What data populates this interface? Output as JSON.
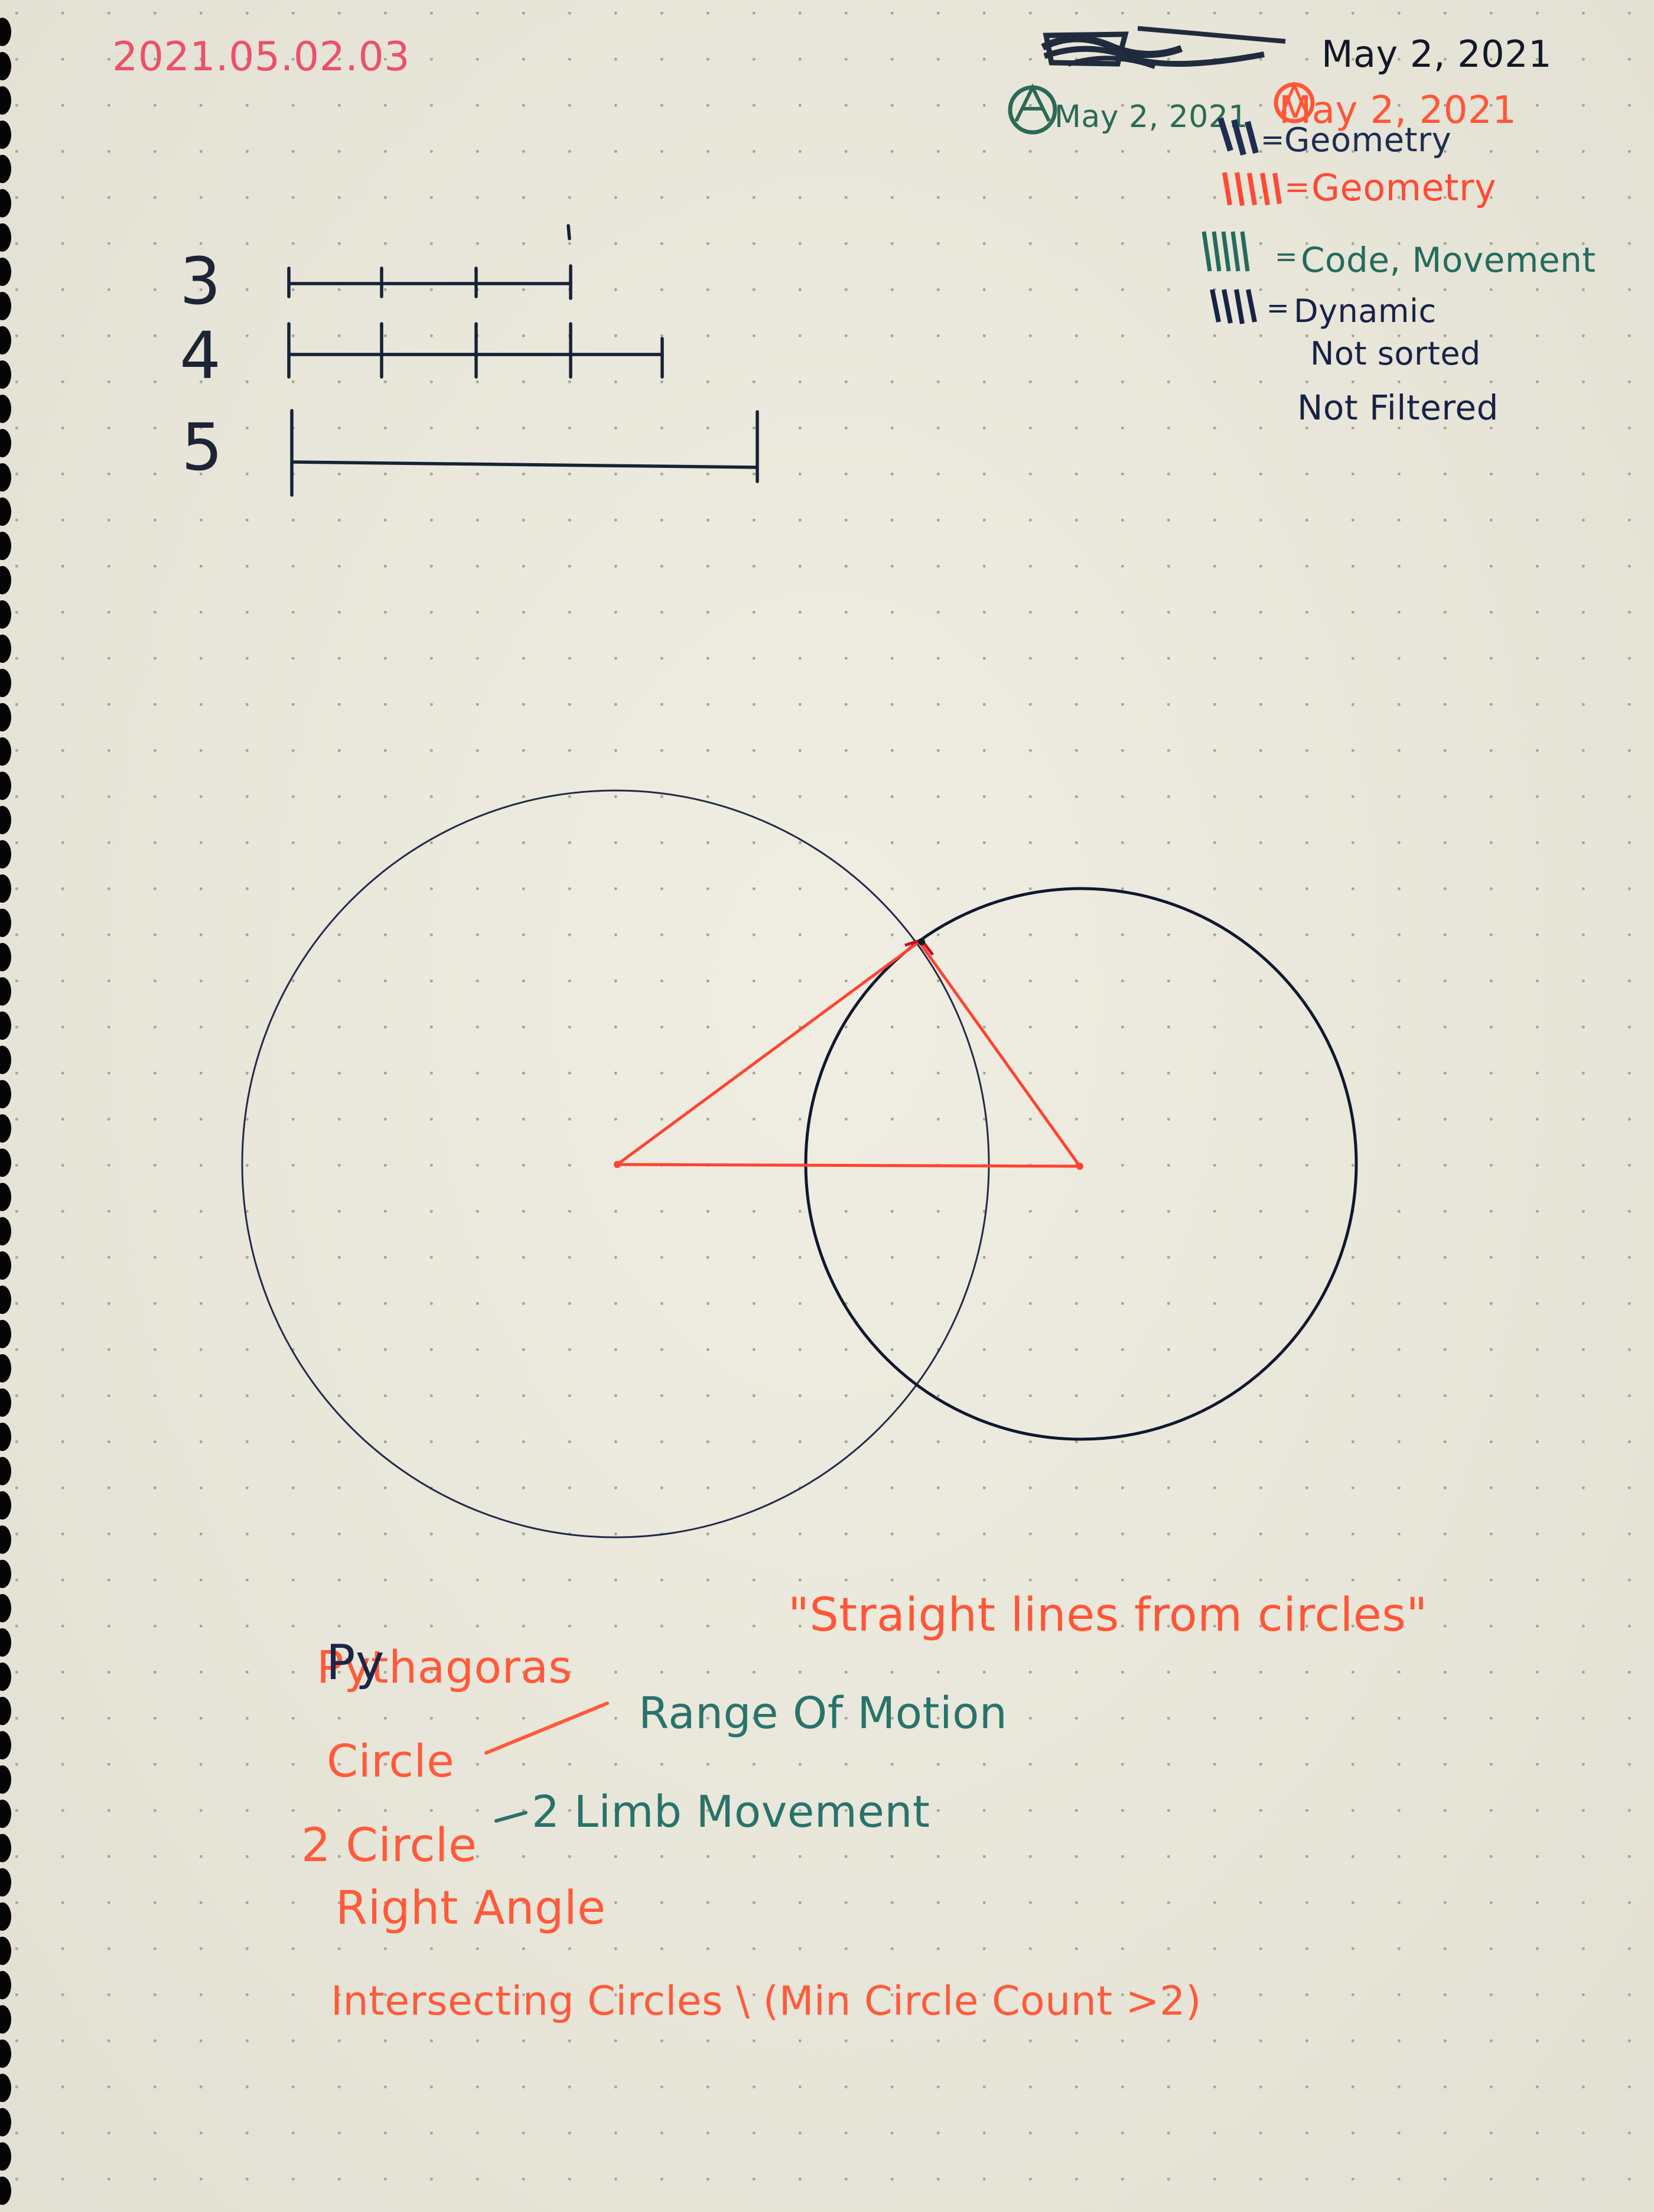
{
  "page": {
    "date": "2021.05.02.03"
  },
  "legend": {
    "scribbled_date": "May 2, 2021",
    "entries": [
      {
        "date": "May 2, 2021",
        "color": "#2b6a56"
      },
      {
        "date": "May 2, 2021",
        "color": "#ff5637"
      },
      {
        "label": "Geometry",
        "color": "#1f2d52"
      },
      {
        "label": "Geometry",
        "color": "#ff4a34"
      },
      {
        "label": "Code, Movement",
        "color": "#246b5c"
      },
      {
        "label": "Dynamic",
        "color": "#172247"
      }
    ],
    "dynamic_notes": [
      "Not sorted",
      "Not Filtered"
    ]
  },
  "scale": {
    "labels": [
      "3",
      "4",
      "5"
    ],
    "color": "#162235"
  },
  "diagram": {
    "quote": "\"Straight lines from circles\"",
    "stroke_color": "#212b49",
    "triangle_color": "#ff4331"
  },
  "notes": {
    "items": [
      {
        "text": "Pythagoras",
        "color": "#ff5a3a"
      },
      {
        "text": "Circle",
        "color": "#ff5a3a",
        "related": "Range Of Motion",
        "related_color": "#28736a"
      },
      {
        "text": "2 Circle",
        "color": "#ff5a3a",
        "related": "2 Limb Movement",
        "related_color": "#28736a"
      },
      {
        "text": "Right Angle",
        "color": "#ff5a3a"
      },
      {
        "text": "Intersecting Circles \\ (Min Circle Count >2)",
        "color": "#ff5a3a"
      }
    ],
    "pythagoras_prefix": "Py"
  }
}
